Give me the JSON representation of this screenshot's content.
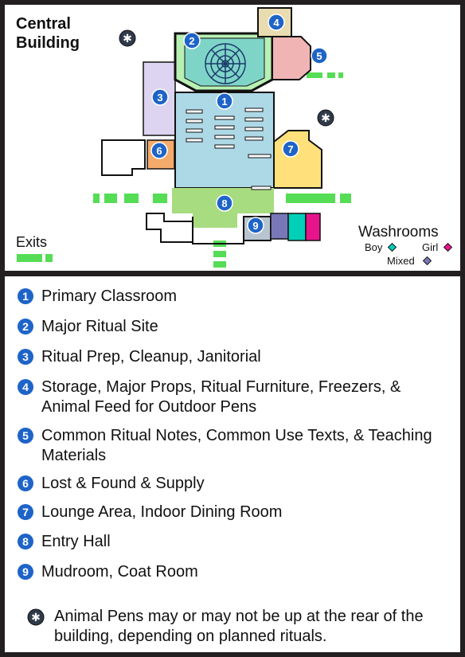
{
  "map": {
    "title_line1": "Central",
    "title_line2": "Building",
    "exits_label": "Exits",
    "washrooms": {
      "title": "Washrooms",
      "boy": "Boy",
      "girl": "Girl",
      "mixed": "Mixed",
      "colors": {
        "boy": "#00d0b8",
        "girl": "#e8148c",
        "mixed": "#7878b8"
      }
    },
    "markers": [
      "1",
      "2",
      "3",
      "4",
      "5",
      "6",
      "7",
      "8",
      "9"
    ],
    "colors": {
      "classroom": "#add8e6",
      "ritual_site": "#b8f0b4",
      "prep": "#dcd4f0",
      "storage": "#e8dcb0",
      "notes": "#f0b4b4",
      "lost_found": "#f4aa6a",
      "lounge": "#ffe07a",
      "entry": "#a8dc80",
      "exit": "#55dd55",
      "marker": "#1e64c8"
    }
  },
  "legend": {
    "items": [
      {
        "num": "1",
        "text": "Primary Classroom"
      },
      {
        "num": "2",
        "text": "Major Ritual Site"
      },
      {
        "num": "3",
        "text": "Ritual Prep, Cleanup, Janitorial"
      },
      {
        "num": "4",
        "text": "Storage, Major Props, Ritual Furniture, Freezers, & Animal Feed for Outdoor Pens"
      },
      {
        "num": "5",
        "text": "Common Ritual Notes, Common Use Texts, & Teaching Materials"
      },
      {
        "num": "6",
        "text": "Lost & Found & Supply"
      },
      {
        "num": "7",
        "text": "Lounge Area, Indoor Dining Room"
      },
      {
        "num": "8",
        "text": "Entry Hall"
      },
      {
        "num": "9",
        "text": "Mudroom, Coat Room"
      }
    ],
    "pens_note": "Animal Pens may or may not be up at the rear of the building, depending on planned rituals."
  }
}
